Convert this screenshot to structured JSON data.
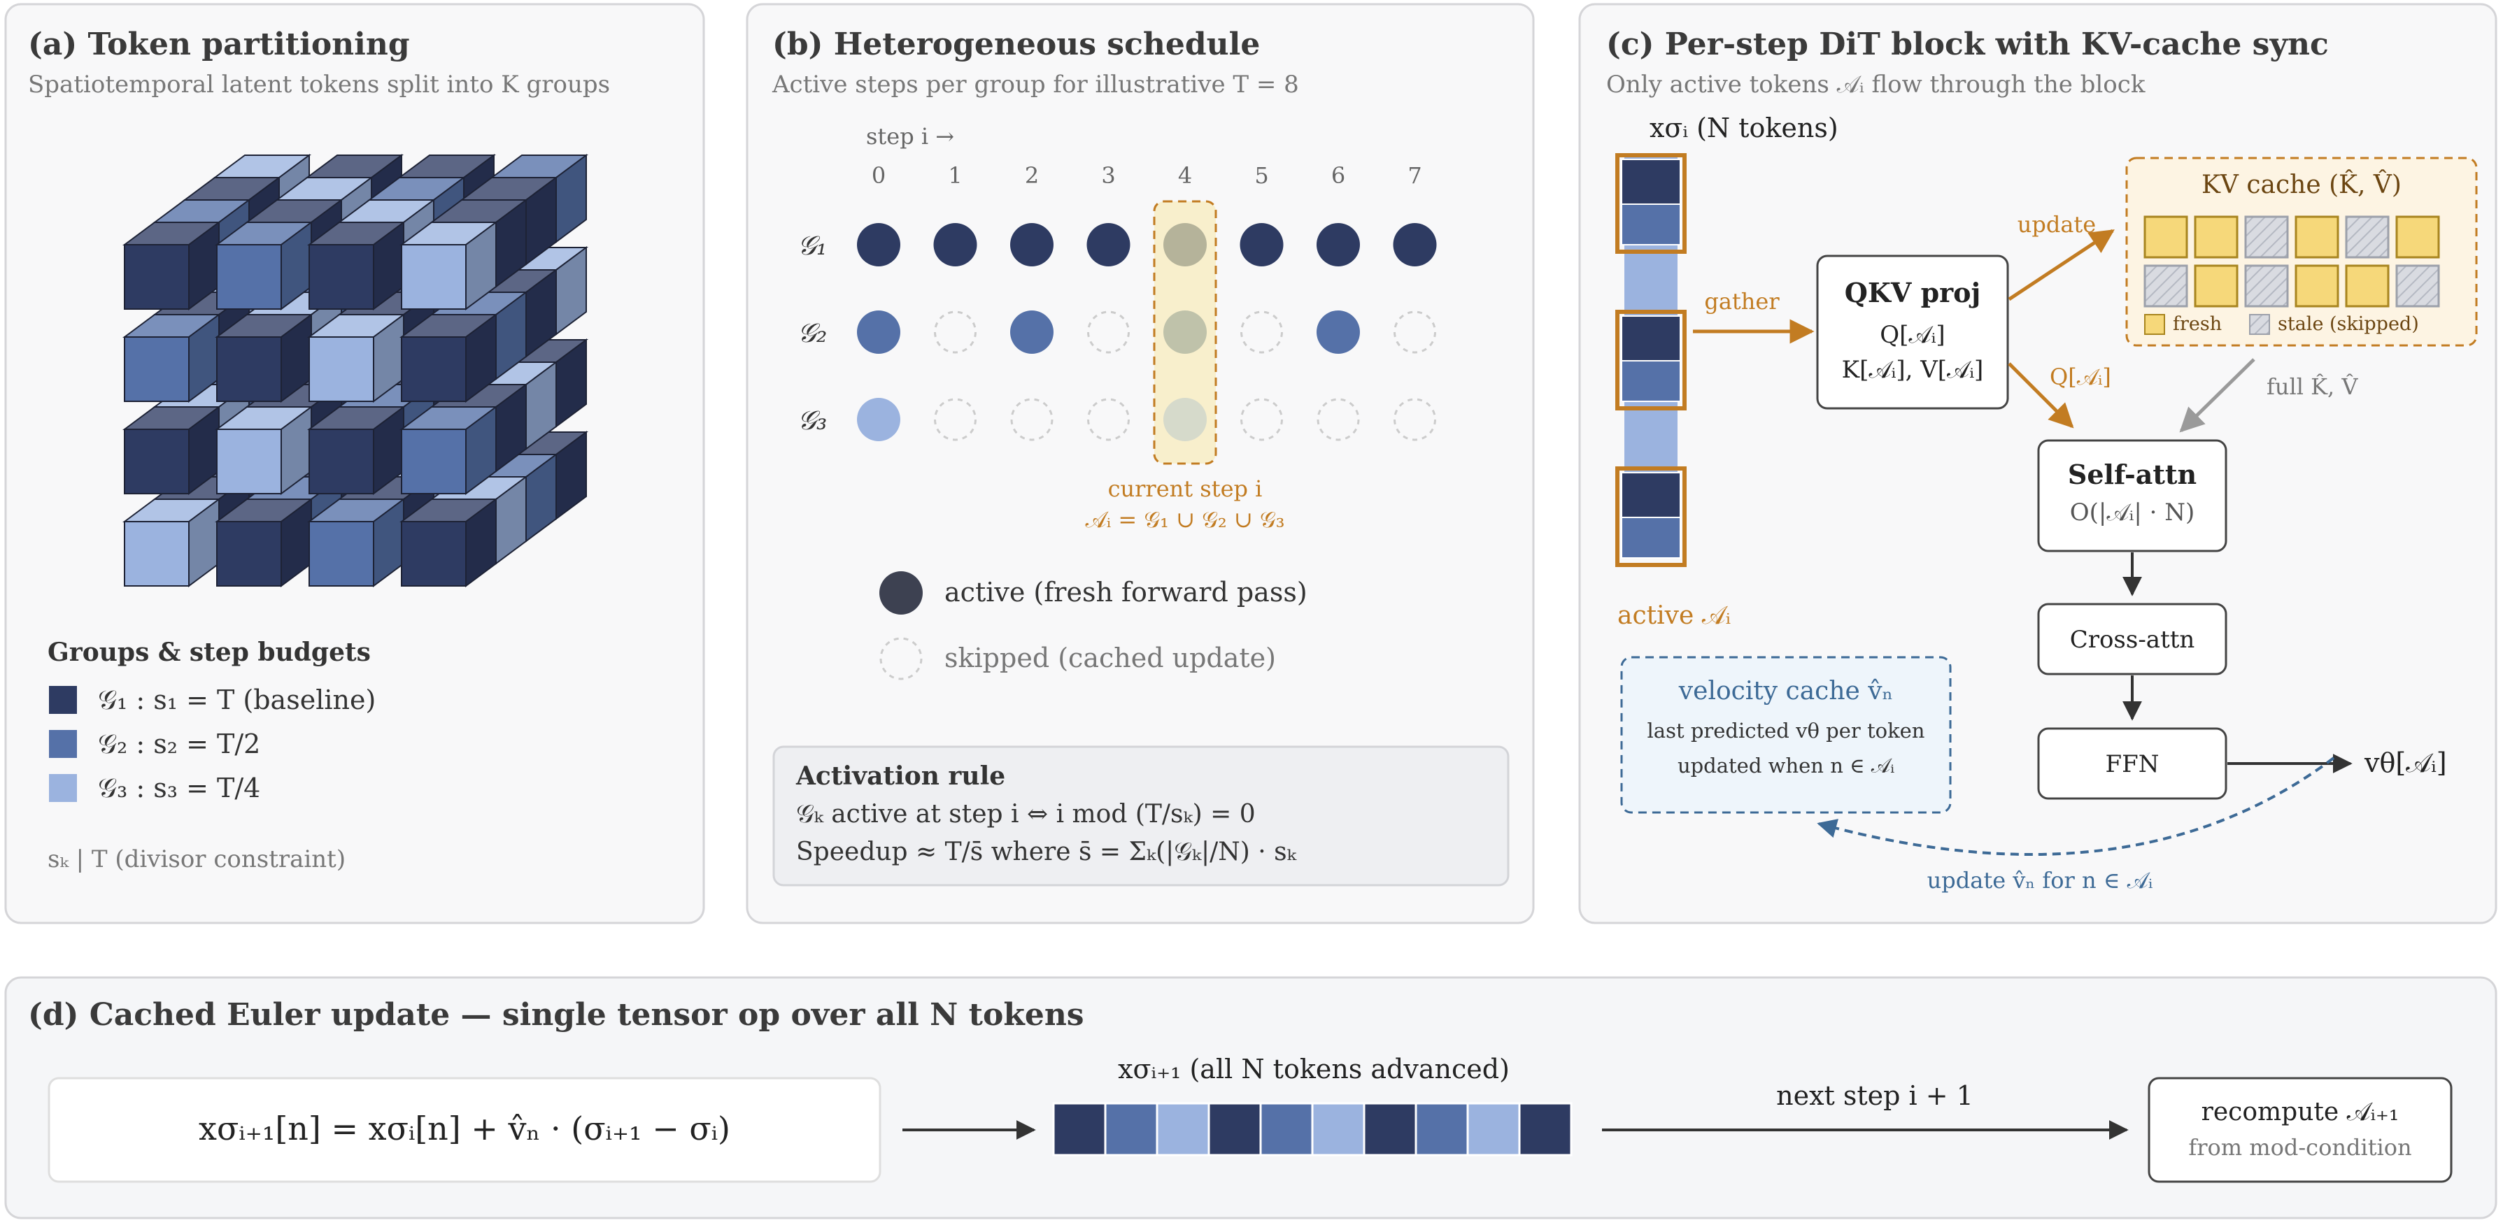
{
  "panel_a": {
    "title": "(a) Token partitioning",
    "subtitle": "Spatiotemporal latent tokens split into K groups",
    "legend_title": "Groups & step budgets",
    "groups": [
      {
        "label": "𝒢₁ : s₁ = T (baseline)",
        "color": "#2e3b62"
      },
      {
        "label": "𝒢₂ : s₂ = T/2",
        "color": "#5571a8"
      },
      {
        "label": "𝒢₃ : s₃ = T/4",
        "color": "#9bb3df"
      }
    ],
    "constraint": "sₖ | T  (divisor constraint)"
  },
  "panel_b": {
    "title": "(b) Heterogeneous schedule",
    "subtitle": "Active steps per group for illustrative T = 8",
    "step_axis_label": "step i →",
    "steps": [
      "0",
      "1",
      "2",
      "3",
      "4",
      "5",
      "6",
      "7"
    ],
    "rows": [
      {
        "label": "𝒢₁",
        "active": [
          0,
          1,
          2,
          3,
          4,
          5,
          6,
          7
        ],
        "color": "#2e3b62"
      },
      {
        "label": "𝒢₂",
        "active": [
          0,
          2,
          4,
          6
        ],
        "color": "#5571a8"
      },
      {
        "label": "𝒢₃",
        "active": [
          0,
          4
        ],
        "color": "#9bb3df"
      }
    ],
    "current_label": "current step i",
    "current_formula": "𝒜ᵢ = 𝒢₁ ∪ 𝒢₂ ∪ 𝒢₃",
    "legend_active": "active (fresh forward pass)",
    "legend_skipped": "skipped (cached update)",
    "rule_title": "Activation rule",
    "rule_line1": "𝒢ₖ active at step i  ⇔  i mod (T/sₖ) = 0",
    "rule_line2": "Speedup ≈ T/s̄ where s̄ = Σₖ(|𝒢ₖ|/N) · sₖ"
  },
  "panel_c": {
    "title": "(c) Per-step DiT block with KV-cache sync",
    "subtitle": "Only active tokens 𝒜ᵢ flow through the block",
    "token_label": "xσᵢ (N tokens)",
    "active_label": "active 𝒜ᵢ",
    "gather_label": "gather",
    "qkv_title": "QKV proj",
    "qkv_line1": "Q[𝒜ᵢ]",
    "qkv_line2": "K[𝒜ᵢ], V[𝒜ᵢ]",
    "update_label": "update",
    "kv_title": "KV cache (K̂, V̂)",
    "kv_fresh": "fresh",
    "kv_stale": "stale (skipped)",
    "q_label": "Q[𝒜ᵢ]",
    "full_label": "full K̂, V̂",
    "selfattn_title": "Self-attn",
    "selfattn_sub": "O(|𝒜ᵢ| · N)",
    "crossattn": "Cross-attn",
    "ffn": "FFN",
    "output_label": "vθ[𝒜ᵢ]",
    "vel_title": "velocity cache v̂ₙ",
    "vel_line1": "last predicted vθ per token",
    "vel_line2": "updated when n ∈ 𝒜ᵢ",
    "vel_update": "update v̂ₙ for n ∈ 𝒜ᵢ"
  },
  "panel_d": {
    "title": "(d) Cached Euler update — single tensor op over all N tokens",
    "formula": "xσᵢ₊₁[n] = xσᵢ[n] + v̂ₙ · (σᵢ₊₁ − σᵢ)",
    "strip_label": "xσᵢ₊₁ (all N tokens advanced)",
    "next_label": "next step i + 1",
    "recompute_title": "recompute 𝒜ᵢ₊₁",
    "recompute_sub": "from mod-condition"
  },
  "colors": {
    "g1": "#2e3b62",
    "g2": "#5571a8",
    "g3": "#9bb3df",
    "orange": "#c27c22",
    "blue_accent": "#3d6a96",
    "fresh": "#f6d87a",
    "stale": "#d9dbe1"
  }
}
